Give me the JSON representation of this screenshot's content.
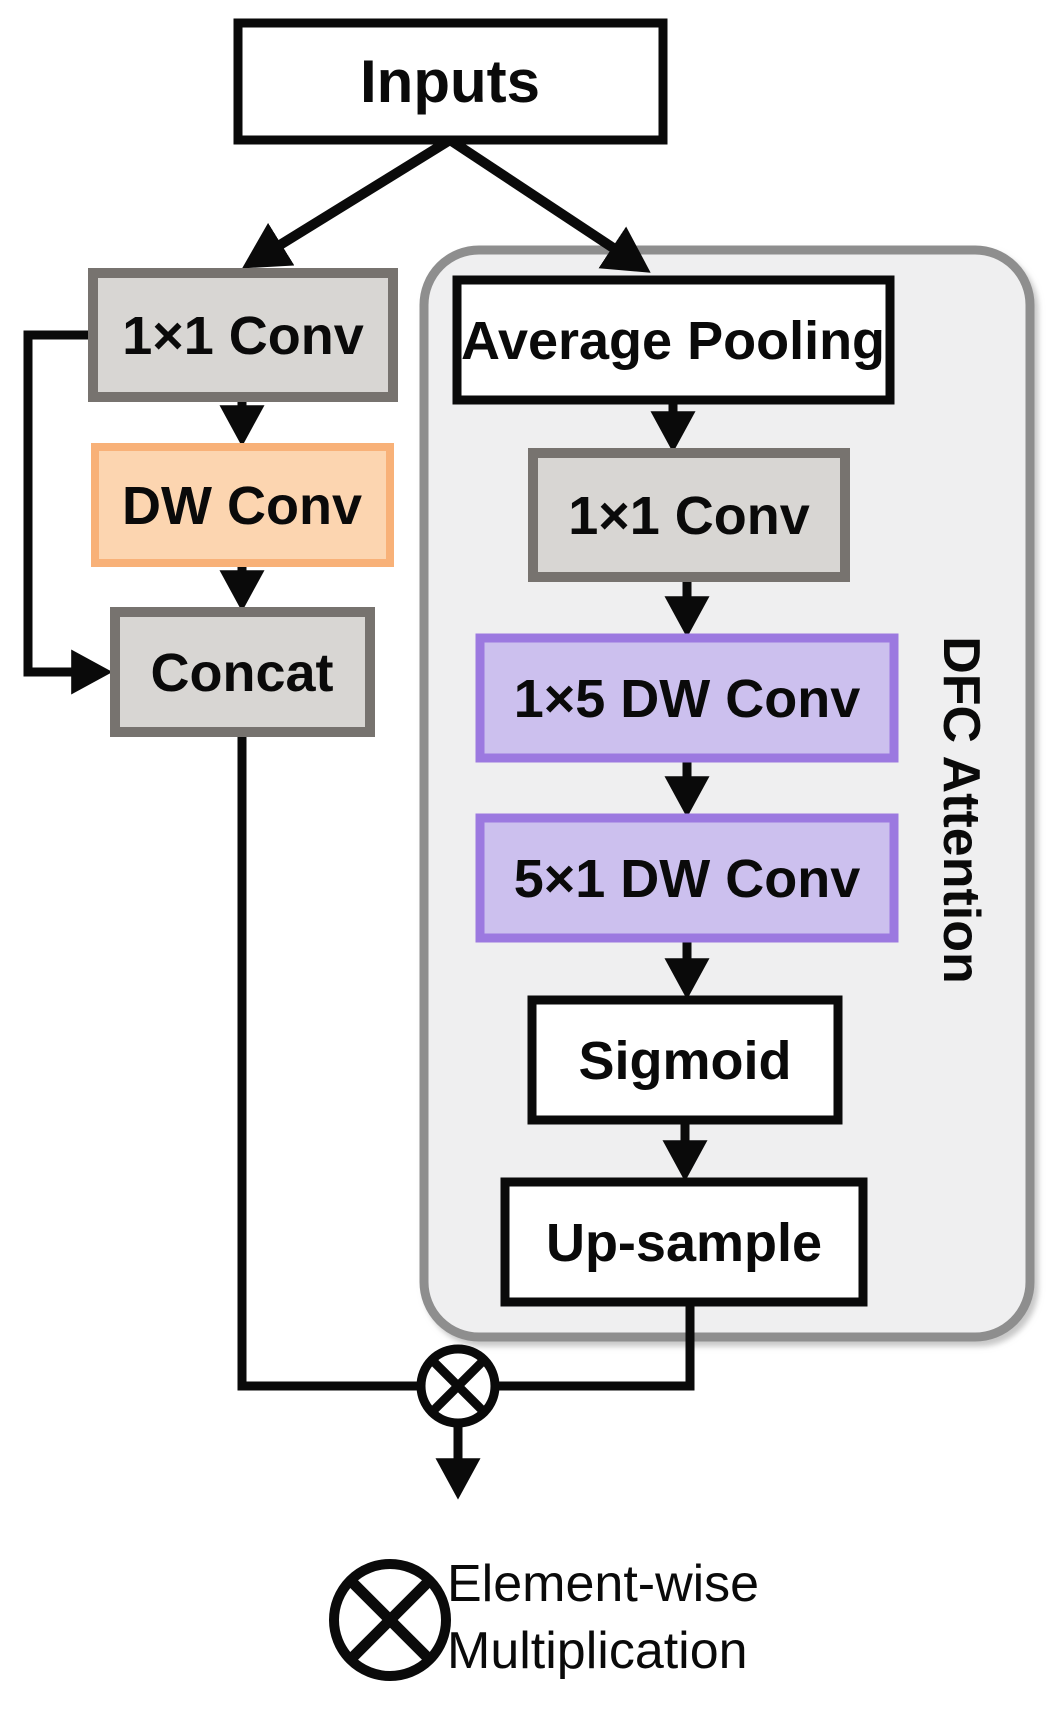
{
  "diagram": {
    "title": "Ghost module with DFC attention block diagram",
    "nodes": {
      "inputs": {
        "label": "Inputs"
      },
      "conv1x1_left": {
        "label": "1×1 Conv"
      },
      "dw_conv": {
        "label": "DW Conv"
      },
      "concat": {
        "label": "Concat"
      },
      "avg_pooling": {
        "label": "Average Pooling"
      },
      "conv1x1_right": {
        "label": "1×1 Conv"
      },
      "dw_conv_1x5": {
        "label": "1×5 DW Conv"
      },
      "dw_conv_5x1": {
        "label": "5×1 DW Conv"
      },
      "sigmoid": {
        "label": "Sigmoid"
      },
      "upsample": {
        "label": "Up-sample"
      }
    },
    "container": {
      "label": "DFC Attention"
    },
    "legend": {
      "icon": "circled-times-multiply-icon",
      "line1": "Element-wise",
      "line2": "Multiplication"
    },
    "colors": {
      "line": "#0a0a0a",
      "white_fill": "#ffffff",
      "black_border": "#0a0a0a",
      "gray_fill": "#d8d6d3",
      "gray_border": "#77736f",
      "orange_fill": "#fcd5b0",
      "orange_border": "#f8b178",
      "purple_fill": "#ccc0ee",
      "purple_border": "#9c79e0",
      "container_fill": "#efeff0",
      "container_border": "#8e8e8e"
    }
  }
}
